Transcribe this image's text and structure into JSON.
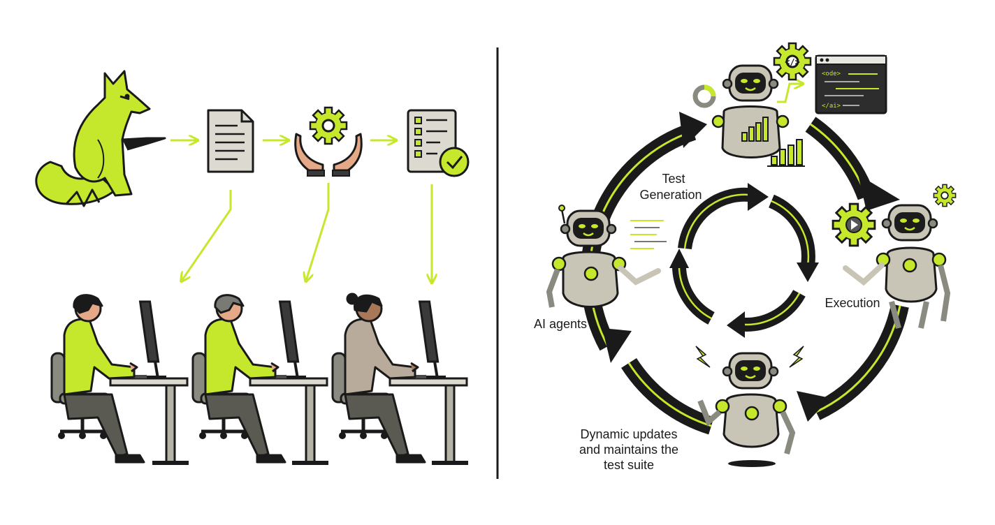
{
  "colors": {
    "accent": "#c6e82c",
    "ink": "#1a1a1a",
    "robot_body": "#c9c5b6",
    "paper": "#dcdad0",
    "skin": "#e5a988",
    "desk": "#888778"
  },
  "left_panel": {
    "icons": [
      "fox-icon",
      "document-icon",
      "gear-hands-icon",
      "checklist-icon"
    ]
  },
  "right_panel": {
    "labels": {
      "test_generation_1": "Test",
      "test_generation_2": "Generation",
      "execution": "Execution",
      "ai_agents": "AI agents",
      "updates_1": "Dynamic updates",
      "updates_2": "and maintains the",
      "updates_3": "test suite"
    },
    "code_window": {
      "line1": "<ode>",
      "line2": "</ai>"
    },
    "gear_code_glyph": "</>"
  }
}
